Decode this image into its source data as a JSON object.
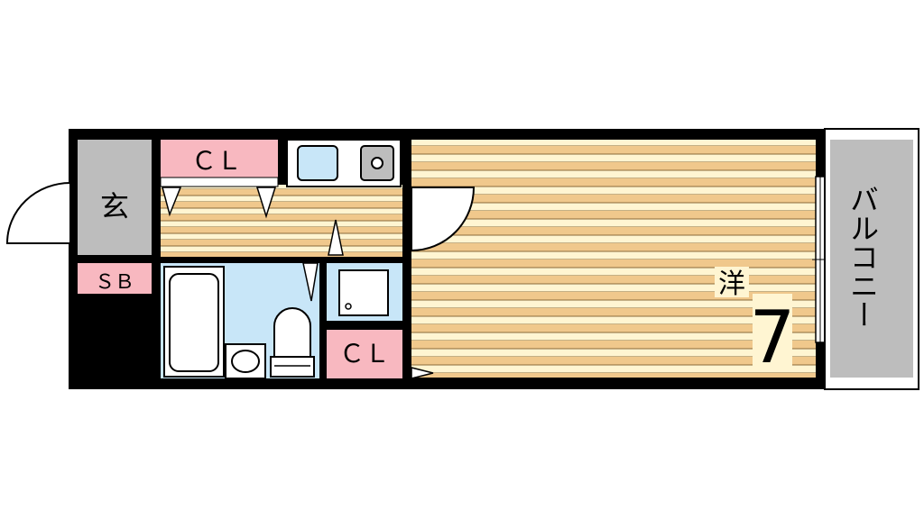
{
  "rooms": {
    "entrance": {
      "label": "玄"
    },
    "shoe_box": {
      "label": "ＳＢ"
    },
    "closet_top": {
      "label": "ＣＬ"
    },
    "closet_bottom": {
      "label": "ＣＬ"
    },
    "western_room": {
      "label": "洋",
      "size": "7"
    },
    "balcony": {
      "label": "バルコニー"
    }
  },
  "colors": {
    "wall": "#000000",
    "floor_wood_dark": "#f0c88c",
    "floor_wood_light": "#fff5d2",
    "wet_area": "#c8e6f8",
    "closet": "#f8b8c0",
    "entrance_floor": "#bdbdbd",
    "balcony_floor": "#bdbdbd",
    "door_panel": "#ffffff"
  }
}
